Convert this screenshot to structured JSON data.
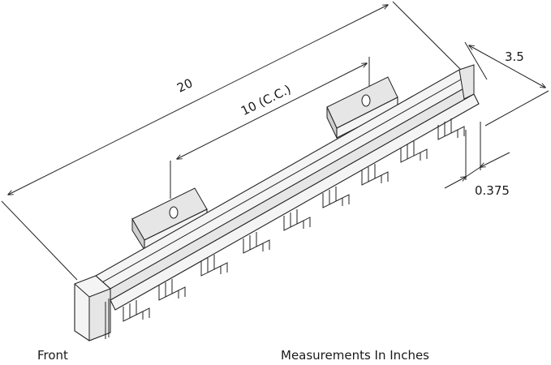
{
  "dimensions": {
    "length": "20",
    "center_spacing": "10 (C.C.)",
    "depth": "3.5",
    "hook_spacing": "0.375"
  },
  "captions": {
    "front": "Front",
    "units": "Measurements In Inches"
  },
  "colors": {
    "line": "#222222",
    "fill": "#f4f4f4"
  }
}
